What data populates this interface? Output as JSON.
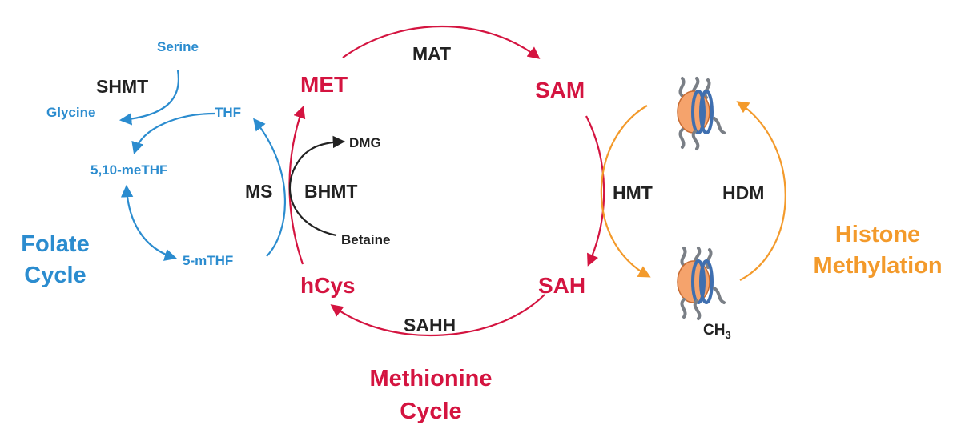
{
  "colors": {
    "folate": "#2b8ccf",
    "methionine": "#d41440",
    "histone": "#f39a2b",
    "enzyme": "#222222",
    "nucleosome_core": "#f5a36c",
    "nucleosome_dna": "#3f6fb0",
    "histone_tail": "#7a7f86"
  },
  "folate": {
    "serine": "Serine",
    "glycine": "Glycine",
    "thf": "THF",
    "methf": "5,10-meTHF",
    "mthf": "5-mTHF",
    "title_line1": "Folate",
    "title_line2": "Cycle"
  },
  "enzymes": {
    "shmt": "SHMT",
    "ms": "MS",
    "bhmt": "BHMT",
    "mat": "MAT",
    "sahh": "SAHH",
    "hmt": "HMT",
    "hdm": "HDM"
  },
  "bhmt": {
    "dmg": "DMG",
    "betaine": "Betaine"
  },
  "methionine": {
    "met": "MET",
    "sam": "SAM",
    "sah": "SAH",
    "hcys": "hCys",
    "title_line1": "Methionine",
    "title_line2": "Cycle"
  },
  "histone": {
    "ch3_base": "CH",
    "ch3_sub": "3",
    "title_line1": "Histone",
    "title_line2": "Methylation"
  }
}
